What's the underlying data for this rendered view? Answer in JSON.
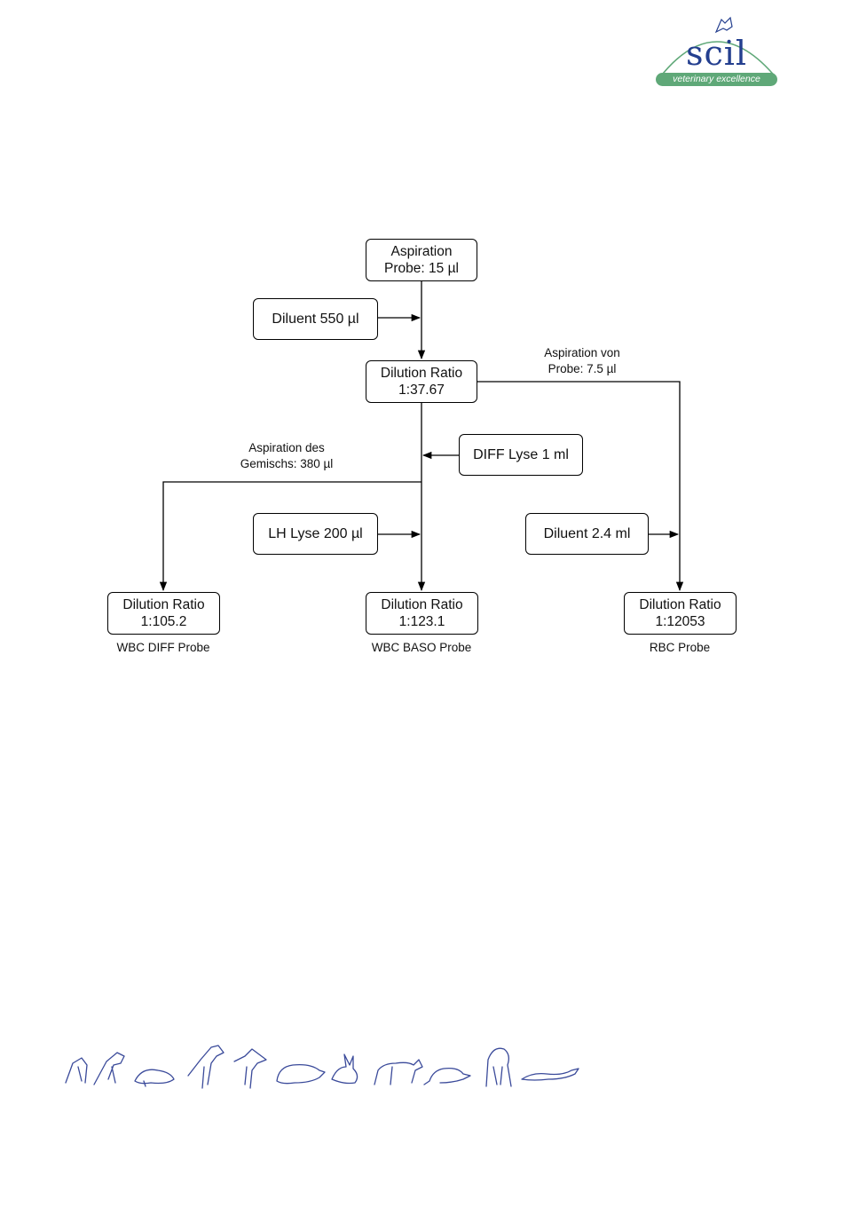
{
  "logo": {
    "brand": "scil",
    "tagline": "veterinary excellence",
    "colors": {
      "brand": "#243f8f",
      "tagline_bg": "#5fa878",
      "arc": "#5fa878"
    }
  },
  "diagram": {
    "nodes": {
      "aspiration": {
        "line1": "Aspiration",
        "line2": "Probe: 15 µl"
      },
      "diluent550": {
        "text": "Diluent 550 µl"
      },
      "ratio1": {
        "line1": "Dilution Ratio",
        "line2": "1:37.67"
      },
      "diff_lyse": {
        "text": "DIFF Lyse 1 ml"
      },
      "lh_lyse": {
        "text": "LH Lyse 200 µl"
      },
      "diluent24": {
        "text": "Diluent 2.4 ml"
      },
      "wbc_diff": {
        "line1": "Dilution Ratio",
        "line2": "1:105.2"
      },
      "wbc_baso": {
        "line1": "Dilution Ratio",
        "line2": "1:123.1"
      },
      "rbc": {
        "line1": "Dilution Ratio",
        "line2": "1:12053"
      }
    },
    "labels": {
      "aspiration_von": {
        "line1": "Aspiration von",
        "line2": "Probe: 7.5 µl"
      },
      "aspiration_des": {
        "line1": "Aspiration des",
        "line2": "Gemischs: 380 µl"
      },
      "wbc_diff_caption": "WBC DIFF Probe",
      "wbc_baso_caption": "WBC BASO Probe",
      "rbc_caption": "RBC Probe"
    }
  },
  "footer": {
    "animal_icons": [
      "cat-icon",
      "dog-icon",
      "rodent-icon",
      "horse-icon",
      "goat-icon",
      "pig-icon",
      "rabbit-icon",
      "sheep-icon",
      "mouse-icon",
      "primate-icon",
      "ferret-icon"
    ],
    "line_color": "#3a4a9a"
  }
}
